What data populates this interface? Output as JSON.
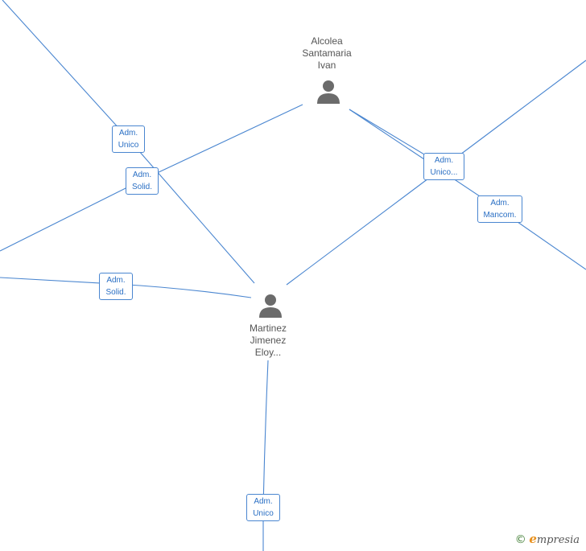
{
  "persons": [
    {
      "id": "alcolea",
      "name": "Alcolea\nSantamaria\nIvan"
    },
    {
      "id": "martinez",
      "name": "Martinez\nJimenez\nEloy..."
    }
  ],
  "roles": [
    {
      "id": "r1",
      "label": "Adm.\nUnico"
    },
    {
      "id": "r2",
      "label": "Adm.\nSolid."
    },
    {
      "id": "r3",
      "label": "Adm.\nSolid."
    },
    {
      "id": "r4",
      "label": "Adm.\nUnico..."
    },
    {
      "id": "r5",
      "label": "Adm.\nMancom."
    },
    {
      "id": "r6",
      "label": "Adm.\nUnico"
    }
  ],
  "footer": {
    "copyright_symbol": "©",
    "brand_first": "e",
    "brand_rest": "mpresia"
  },
  "colors": {
    "edge": "#4a86d0",
    "label": "#2a6fc4",
    "person": "#6b6b6b"
  }
}
